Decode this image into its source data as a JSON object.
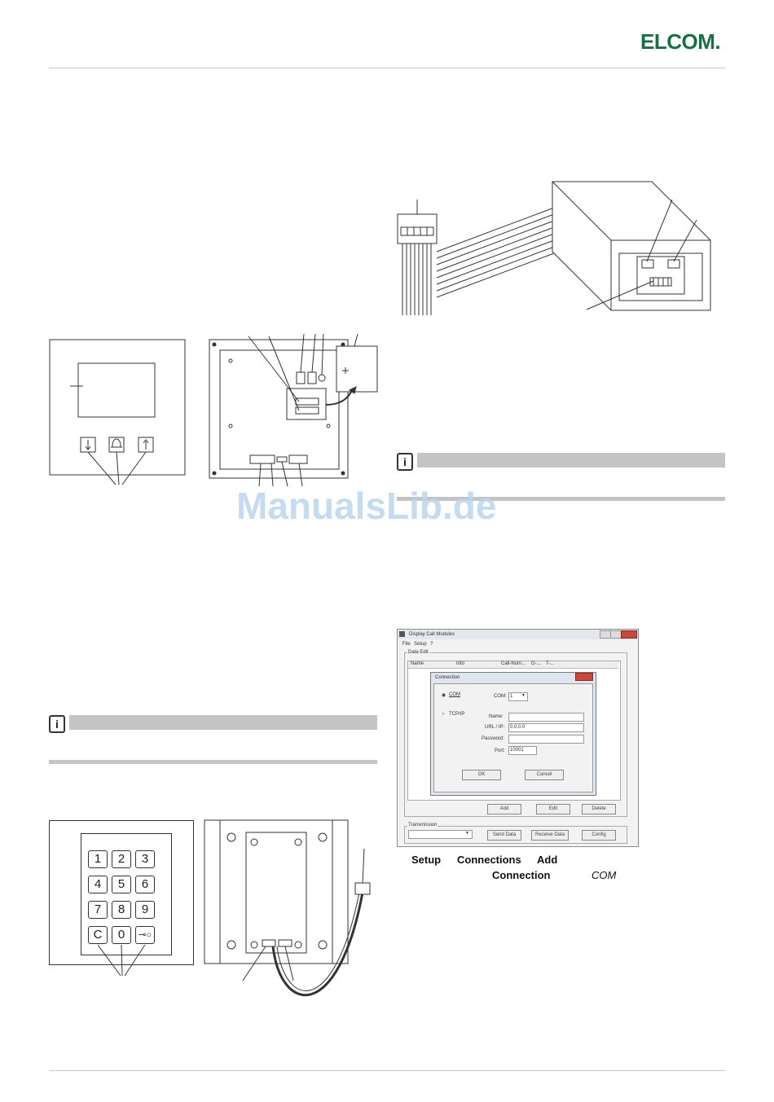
{
  "header": {
    "brand": "ELCOM."
  },
  "watermark": "ManualsLib.de",
  "keypad": {
    "keys": [
      "1",
      "2",
      "3",
      "4",
      "5",
      "6",
      "7",
      "8",
      "9",
      "C",
      "0"
    ]
  },
  "software": {
    "title": "Display Call Modules",
    "menu": [
      "File",
      "Setup",
      "?"
    ],
    "data_edit_label": "Data Edit",
    "columns": [
      "Name",
      "Info",
      "Call-Num...",
      "G-...",
      "T-..."
    ],
    "dialog": {
      "title": "Connection",
      "com_label": "COM",
      "com_port_label": "COM:",
      "com_port_value": "1",
      "tcp_label": "TCP/IP",
      "name_label": "Name:",
      "url_label": "URL / IP:",
      "url_value": "0.0.0.0",
      "password_label": "Password:",
      "port_label": "Port:",
      "port_value": "10001",
      "ok": "OK",
      "cancel": "Cancel"
    },
    "buttons": {
      "add": "Add",
      "edit": "Edit",
      "delete": "Delete"
    },
    "transmission_label": "Transmission",
    "transmission_buttons": [
      "Send Data",
      "Receive Data",
      "Config"
    ]
  },
  "caption": {
    "setup": "Setup",
    "connections": "Connections",
    "add": "Add",
    "connection": "Connection",
    "com": "COM"
  }
}
